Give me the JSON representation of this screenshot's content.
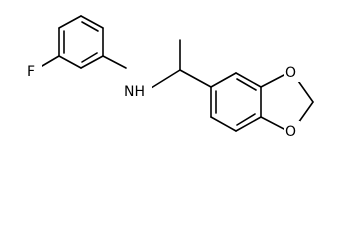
{
  "molecule": {
    "atom_labels": {
      "fluorine": "F",
      "amine": "NH",
      "dioxole_oxygen_top": "O",
      "dioxole_oxygen_bottom": "O"
    },
    "colors": {
      "bond": "#000000",
      "label": "#000000",
      "background": "#ffffff"
    }
  }
}
